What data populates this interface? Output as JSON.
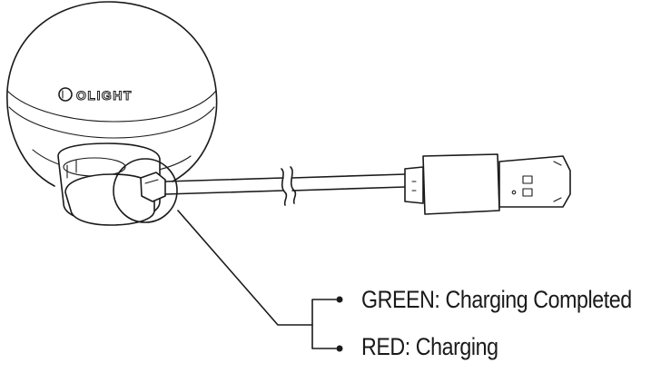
{
  "device": {
    "logo_text": "OLIGHT"
  },
  "indicators": [
    {
      "color_word": "GREEN",
      "description": "Charging Completed",
      "color": "#2e8b3d"
    },
    {
      "color_word": "RED",
      "description": "Charging",
      "color": "#c0392b"
    }
  ],
  "icons": {
    "device": "lantern-ball-icon",
    "connector": "usb-plug-icon",
    "cable": "charging-cable-icon",
    "logo": "olight-logo-icon"
  }
}
